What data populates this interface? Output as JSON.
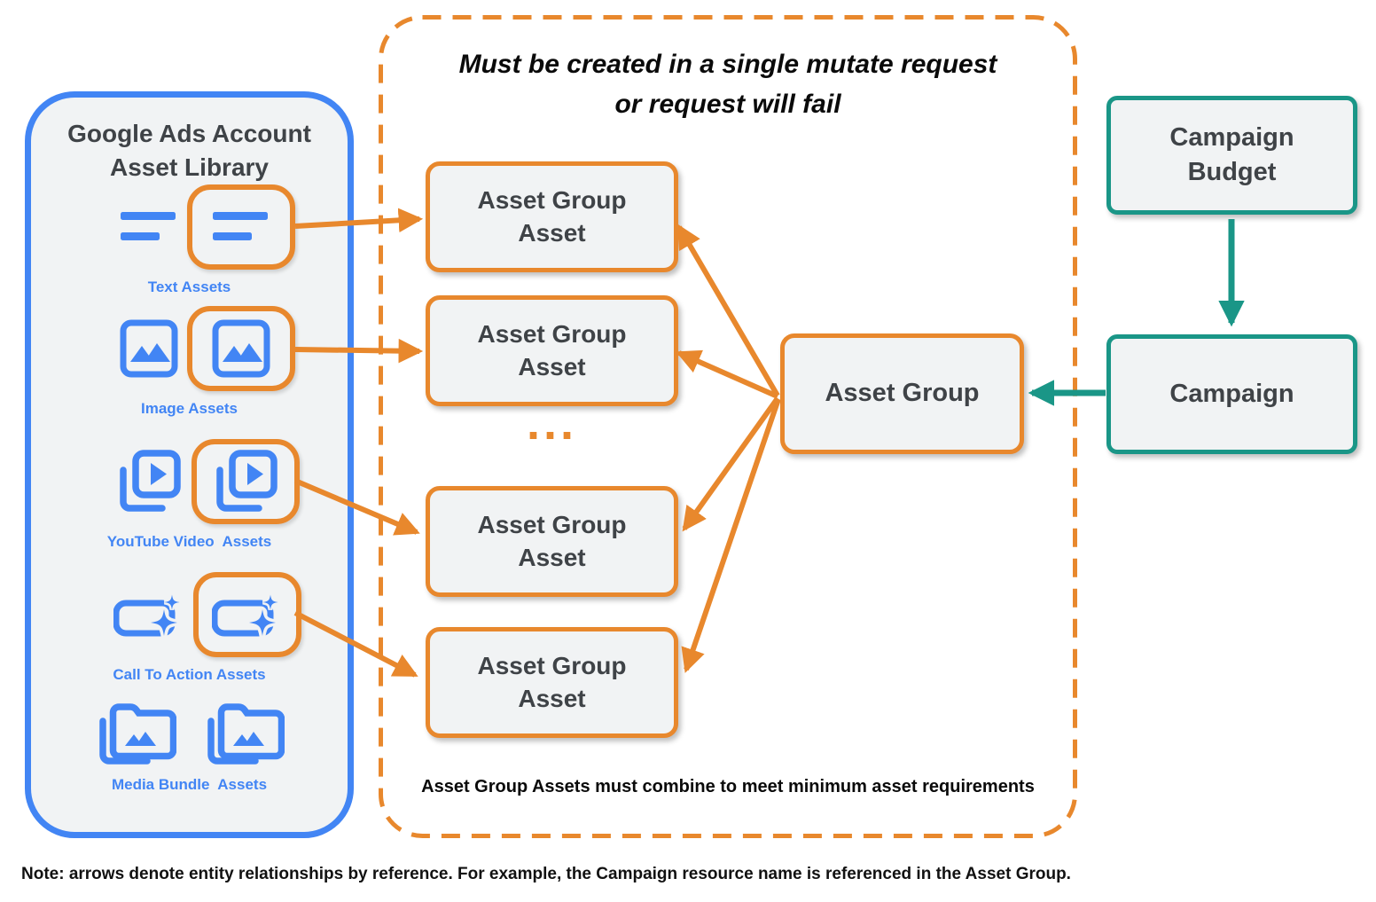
{
  "library": {
    "title": "Google Ads Account\nAsset Library",
    "items": [
      {
        "label": "Text Assets",
        "icon": "text-lines-icon"
      },
      {
        "label": "Image Assets",
        "icon": "image-icon"
      },
      {
        "label": "YouTube Video  Assets",
        "icon": "video-play-icon"
      },
      {
        "label": "Call To Action Assets",
        "icon": "cta-sparkle-icon"
      },
      {
        "label": "Media Bundle  Assets",
        "icon": "media-folder-icon"
      }
    ]
  },
  "mutate_box": {
    "title": "Must be created in a single mutate request\nor request will fail",
    "asset_group_asset": "Asset Group\nAsset",
    "ellipsis": "...",
    "footnote": "Asset Group Assets must combine to meet minimum asset requirements"
  },
  "nodes": {
    "asset_group": "Asset Group",
    "campaign_budget": "Campaign\nBudget",
    "campaign": "Campaign"
  },
  "note": "Note: arrows denote entity relationships by reference. For example, the Campaign resource name is referenced in the Asset Group.",
  "colors": {
    "blue": "#4285F4",
    "orange": "#E8882D",
    "teal": "#1A9687",
    "dark_text": "#3F4347",
    "panel_fill": "#F1F3F4"
  }
}
